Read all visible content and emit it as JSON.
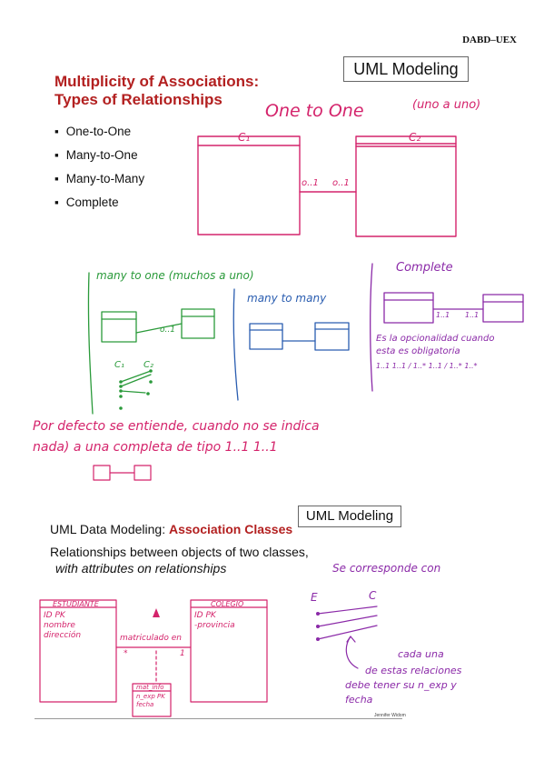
{
  "header": {
    "text": "DABD–UEX"
  },
  "slide1": {
    "title_line1": "Multiplicity of Associations:",
    "title_line2": "Types of Relationships",
    "tag": "UML Modeling",
    "bullets": [
      "One-to-One",
      "Many-to-One",
      "Many-to-Many",
      "Complete"
    ]
  },
  "notes1": {
    "one_to_one": "One  to  One",
    "uno_a_uno": "(uno  a  uno)",
    "c1": "C₁",
    "c2": "C₂",
    "mult_left": "o..1",
    "mult_right": "o..1",
    "many_to_one": "many  to  one  (muchos  a  uno)",
    "many_to_many": "many to many",
    "complete": "Complete",
    "c1_small": "C₁",
    "c2_small": "C₂",
    "mult_m1": "o..1",
    "complete_m1": "1..1",
    "complete_m2": "1..1",
    "note_line1": "Es la opcionalidad cuando",
    "note_line2": "esta es obligatoria",
    "note_line3": "1..1  1..1 / 1..*   1..1 / 1..*  1..*",
    "default_line1": "Por defecto se entiende, cuando no se indica",
    "default_line2": "nada) a una completa de tipo 1..1  1..1"
  },
  "slide2": {
    "tag": "UML Modeling",
    "title_prefix": "UML Data Modeling: ",
    "title_bold": "Association Classes",
    "sub_line1": "Relationships between objects of two classes,",
    "sub_line2": "with attributes on relationships",
    "credit": "Jennifer Widom"
  },
  "notes2": {
    "estudiante": "ESTUDIANTE",
    "estudiante_attrs": [
      "ID  PK",
      "nombre",
      "dirección"
    ],
    "colegio": "COLEGIO",
    "colegio_attrs": [
      "ID  PK",
      "-provincia"
    ],
    "matriculado": "matriculado en",
    "mult_star": "*",
    "mult_one": "1",
    "matinfo_title": "mat_info",
    "matinfo_attrs": [
      "n_exp PK",
      "fecha"
    ],
    "corresponde": "Se  corresponde  con",
    "e_label": "E",
    "c_label": "C",
    "cada_1": "cada  una",
    "cada_2": "de estas relaciones",
    "cada_3": "debe tener su n_exp y",
    "cada_4": "fecha"
  }
}
